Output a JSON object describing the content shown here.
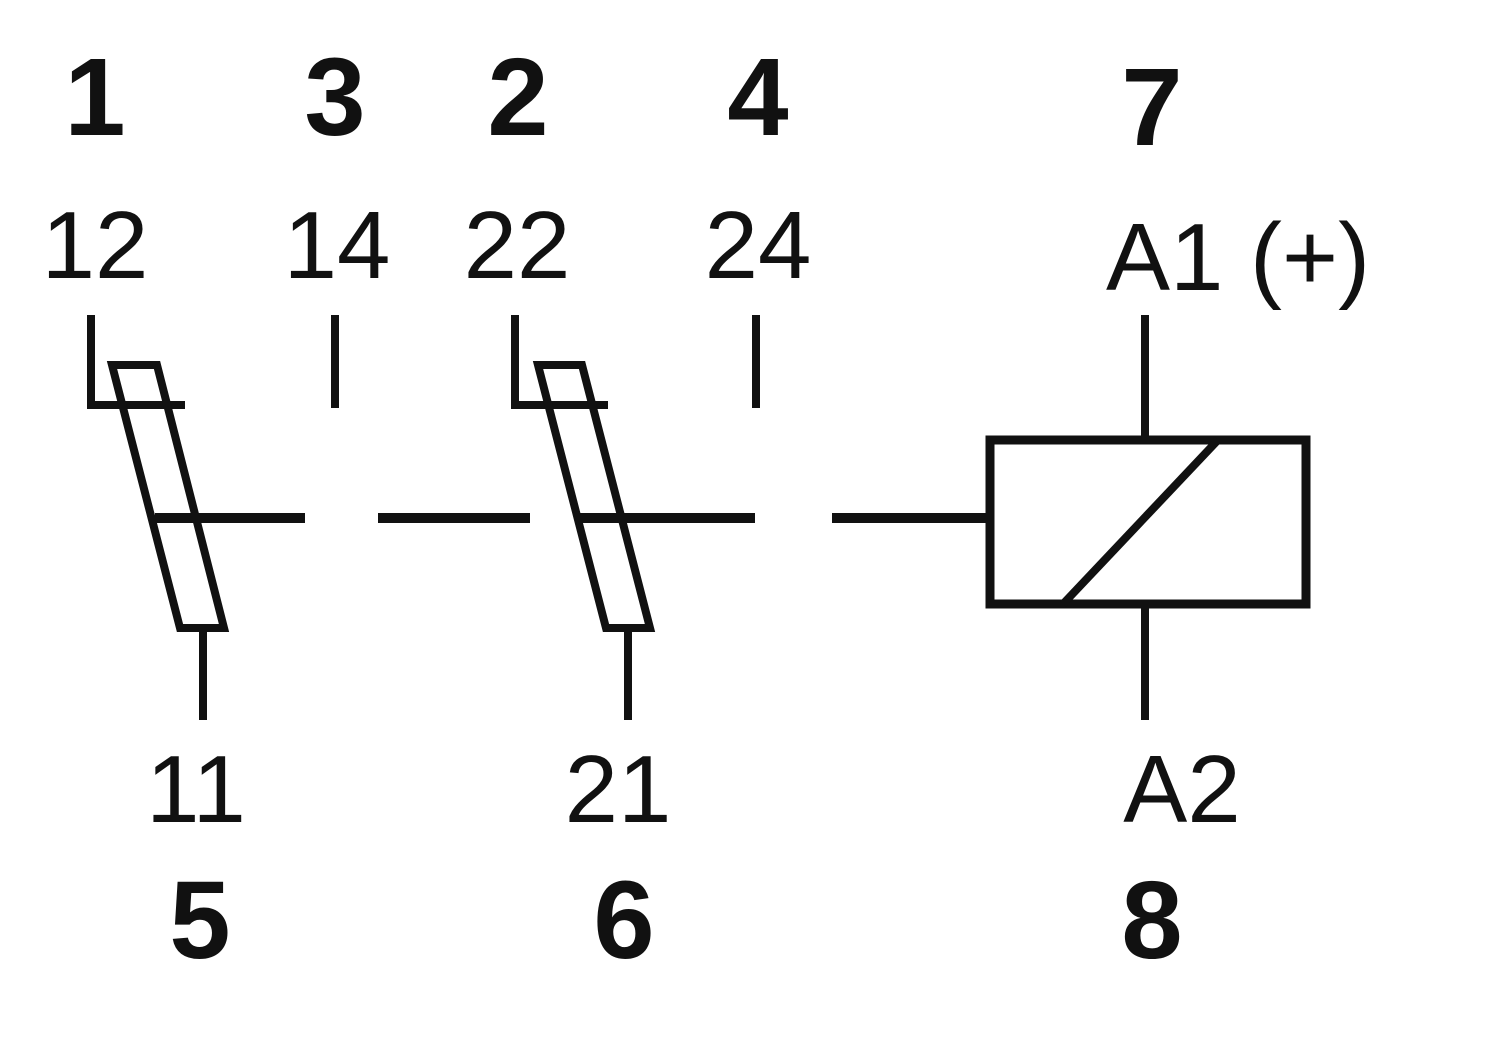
{
  "pins": {
    "p1": "1",
    "p3": "3",
    "p2": "2",
    "p4": "4",
    "p7": "7",
    "p5": "5",
    "p6": "6",
    "p8": "8"
  },
  "terminals": {
    "t12": "12",
    "t14": "14",
    "t22": "22",
    "t24": "24",
    "tA1": "A1 (+)",
    "t11": "11",
    "t21": "21",
    "tA2": "A2"
  },
  "colors": {
    "line": "#111111",
    "background": "#ffffff"
  }
}
